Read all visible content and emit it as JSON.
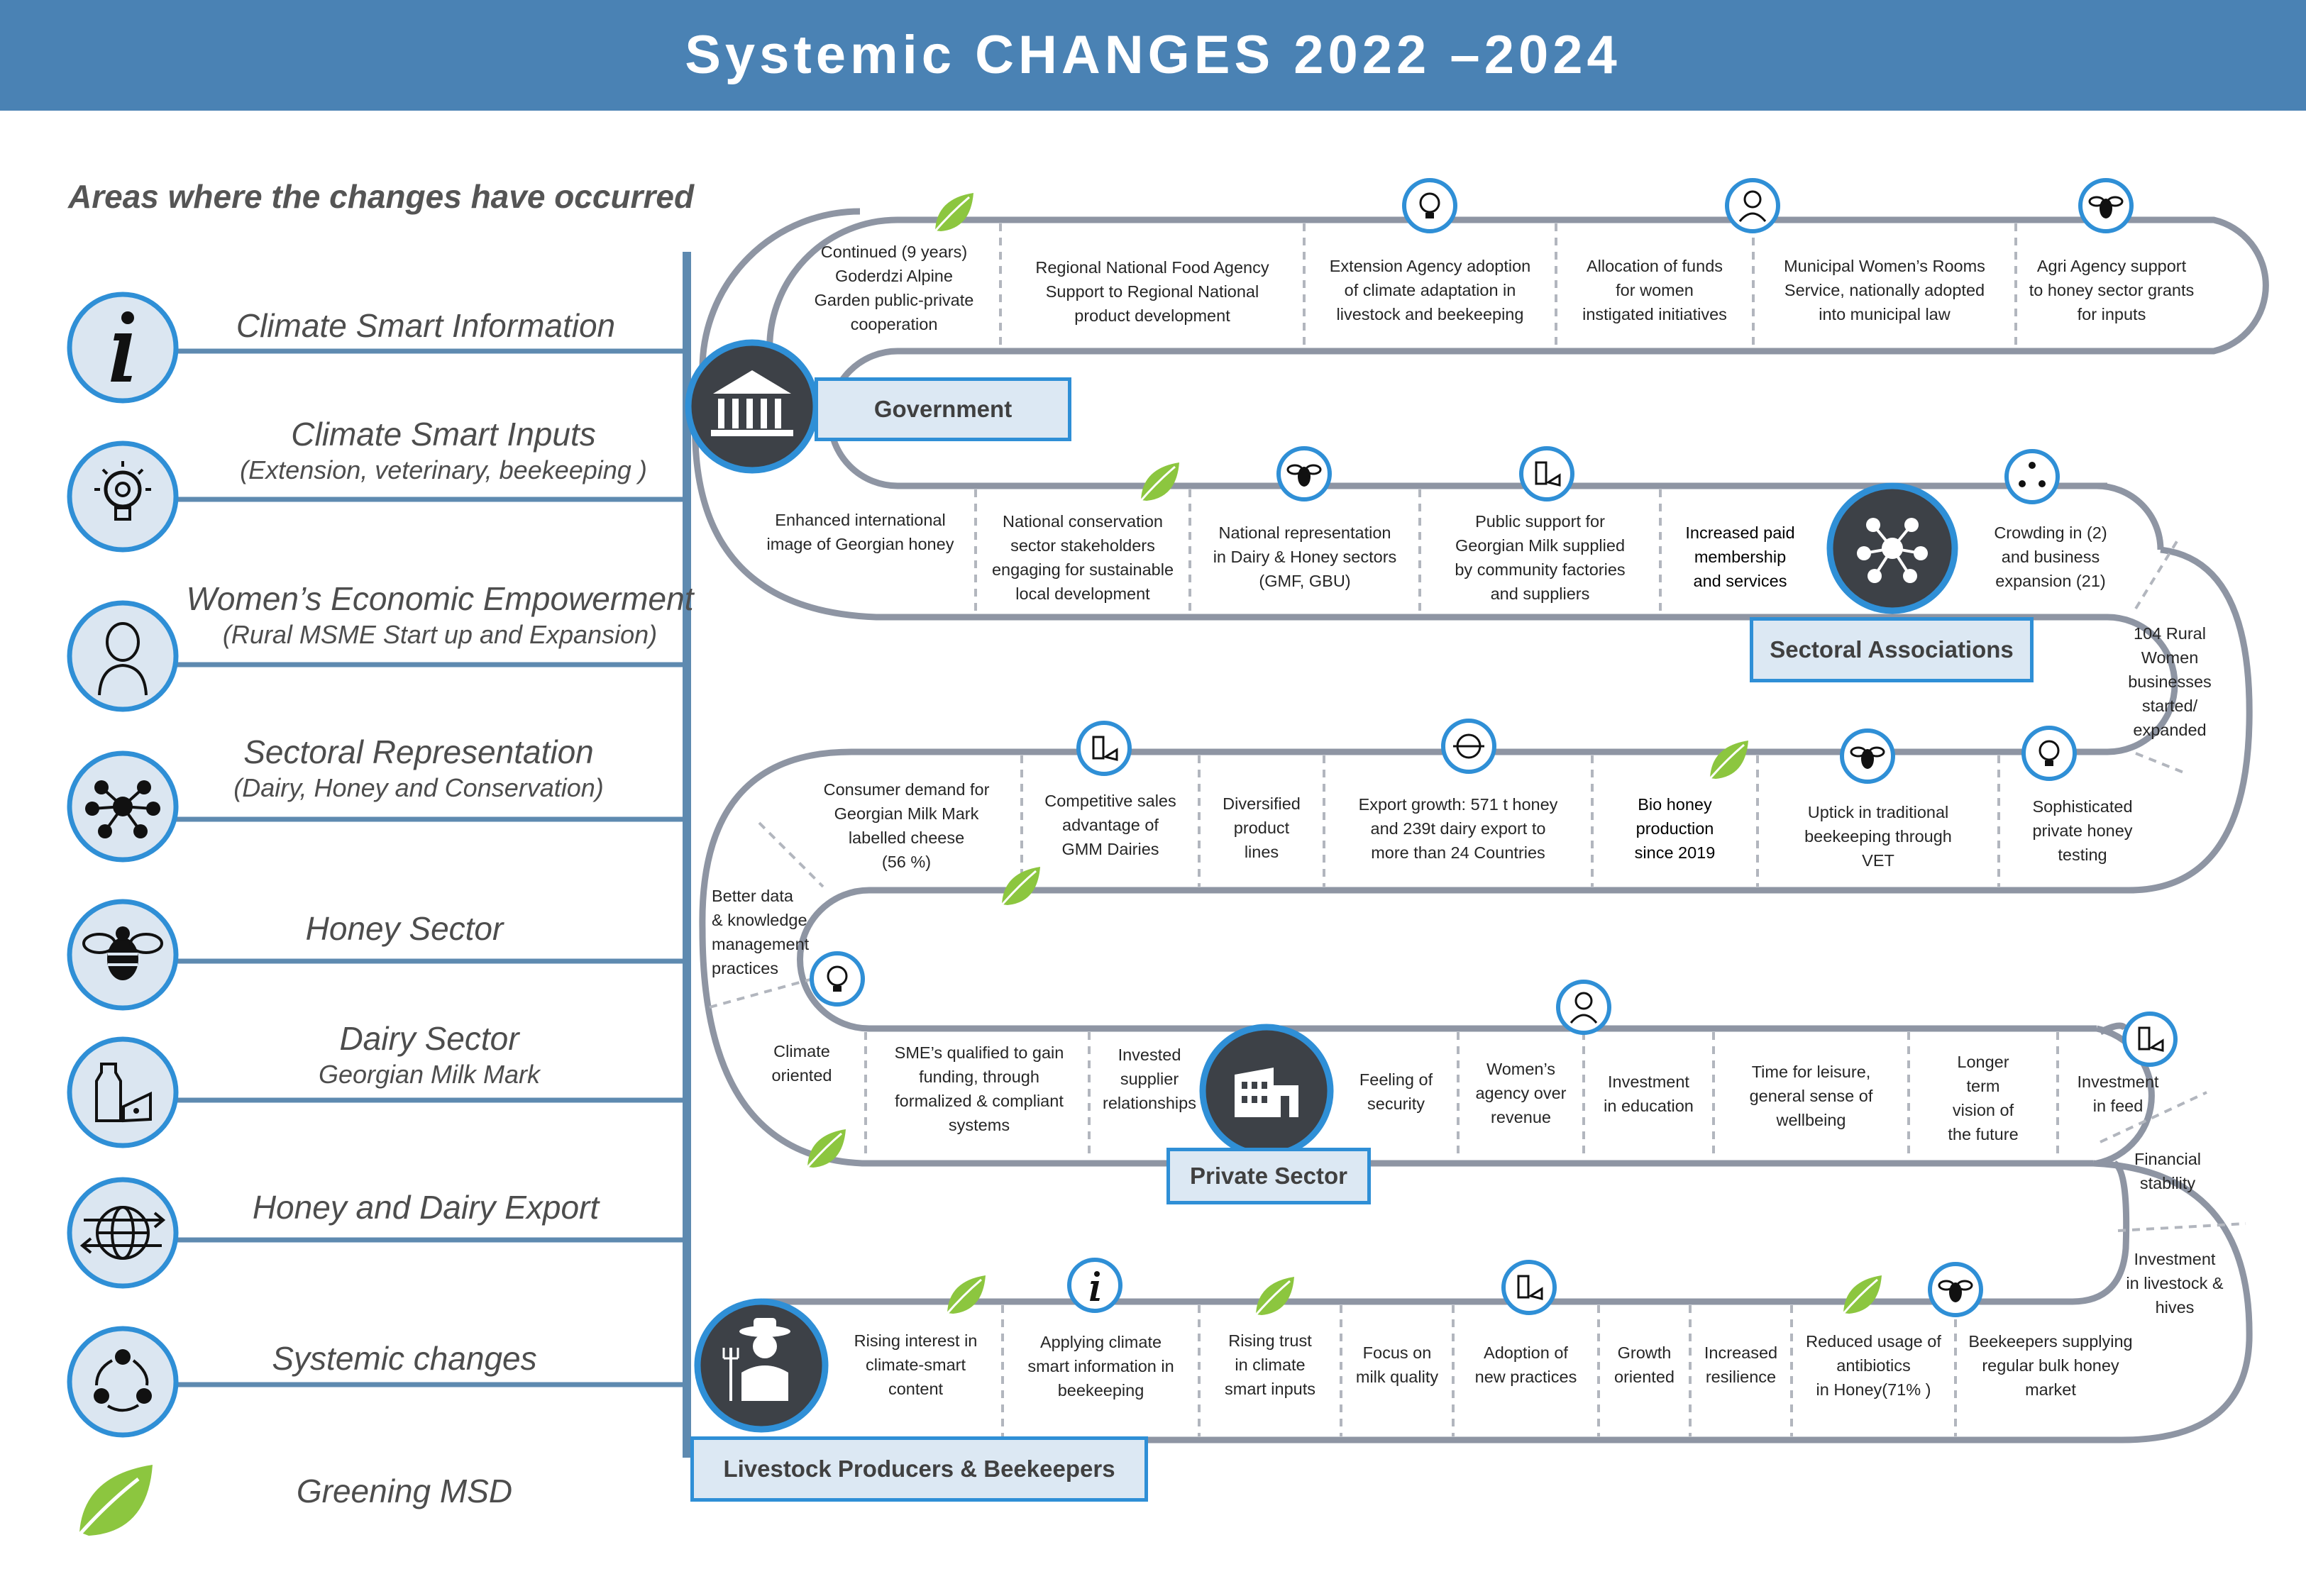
{
  "title": "Systemic CHANGES 2022 –2024",
  "areas_heading": "Areas where the changes have occurred",
  "legend": [
    {
      "icon": "info-icon",
      "lines": [
        "Climate Smart Information"
      ]
    },
    {
      "icon": "lightbulb-gear-icon",
      "lines": [
        "Climate Smart Inputs",
        "(Extension, veterinary, beekeeping )"
      ]
    },
    {
      "icon": "woman-icon",
      "lines": [
        "Women’s Economic Empowerment",
        "(Rural MSME Start up and Expansion)"
      ]
    },
    {
      "icon": "network-icon",
      "lines": [
        "Sectoral Representation",
        "(Dairy, Honey and Conservation)"
      ]
    },
    {
      "icon": "bee-icon",
      "lines": [
        "Honey Sector"
      ]
    },
    {
      "icon": "milk-cheese-icon",
      "lines": [
        "Dairy Sector",
        "Georgian Milk Mark"
      ]
    },
    {
      "icon": "globe-export-icon",
      "lines": [
        "Honey and Dairy Export"
      ]
    },
    {
      "icon": "cycle-icon",
      "lines": [
        "Systemic changes"
      ]
    },
    {
      "icon": "leaf-icon",
      "lines": [
        "Greening MSD"
      ]
    }
  ],
  "sections": {
    "government": "Government",
    "sectoral": "Sectoral Associations",
    "private": "Private Sector",
    "livestock": "Livestock Producers  & Beekeepers"
  },
  "row1": [
    [
      "Continued (9 years)",
      "Goderdzi Alpine",
      "Garden public-private",
      "cooperation"
    ],
    [
      "Regional National Food Agency",
      "Support to Regional National",
      "product development"
    ],
    [
      "Extension Agency adoption",
      "of climate adaptation in",
      "livestock and beekeeping"
    ],
    [
      "Allocation of funds",
      "for women",
      "instigated initiatives"
    ],
    [
      "Municipal Women’s Rooms",
      "Service,  nationally adopted",
      "into municipal law"
    ],
    [
      "Agri Agency support",
      "to honey sector grants",
      "for inputs"
    ]
  ],
  "row2": [
    [
      "Enhanced international",
      "image of Georgian honey"
    ],
    [
      "National conservation",
      "sector stakeholders",
      "engaging for sustainable",
      "local development"
    ],
    [
      "National representation",
      "in Dairy & Honey sectors",
      "(GMF, GBU)"
    ],
    [
      "Public support for",
      "Georgian Milk  supplied",
      "by community factories",
      "and suppliers"
    ],
    [
      "Increased paid",
      "membership",
      "and services"
    ],
    [
      "Crowding in (2)",
      "and business",
      "expansion (21)"
    ]
  ],
  "curve1": [
    "104 Rural",
    "Women",
    "businesses",
    "started/",
    "expanded"
  ],
  "row3": [
    [
      "Consumer demand for",
      "Georgian Milk Mark",
      "labelled cheese",
      "(56 %)"
    ],
    [
      "Competitive sales",
      "advantage  of",
      "GMM Dairies"
    ],
    [
      "Diversified",
      "product",
      "lines"
    ],
    [
      "Export growth: 571 t  honey",
      "and 239t dairy export to",
      "more than 24 Countries"
    ],
    [
      "Bio honey",
      "production",
      "since 2019"
    ],
    [
      "Uptick in traditional",
      "beekeeping  through",
      "VET"
    ],
    [
      "Sophisticated",
      "private honey",
      "testing"
    ]
  ],
  "curve2": [
    [
      "Better data",
      "& knowledge",
      "management",
      "practices"
    ],
    [
      "Climate",
      "oriented"
    ]
  ],
  "row4": [
    [
      "SME’s qualified to gain",
      "funding, through",
      "formalized & compliant",
      "systems"
    ],
    [
      "Invested",
      "supplier",
      "relationships"
    ],
    [
      "Feeling of",
      "security"
    ],
    [
      "Women’s",
      "agency over",
      "revenue"
    ],
    [
      "Investment",
      "in  education"
    ],
    [
      "Time for leisure,",
      "general sense of",
      "wellbeing"
    ],
    [
      "Longer",
      "term",
      "vision of",
      "the future"
    ],
    [
      "Investment",
      "in feed"
    ]
  ],
  "curve3": [
    [
      "Financial",
      "stability"
    ],
    [
      "Investment",
      "in livestock &",
      "hives"
    ]
  ],
  "row5": [
    [
      "Rising interest in",
      "climate-smart",
      "content"
    ],
    [
      "Applying climate",
      "smart information in",
      "beekeeping"
    ],
    [
      "Rising trust",
      "in climate",
      "smart inputs"
    ],
    [
      "Focus on",
      "milk quality"
    ],
    [
      "Adoption of",
      "new practices"
    ],
    [
      "Growth",
      "oriented"
    ],
    [
      "Increased",
      "resilience"
    ],
    [
      "Reduced usage of",
      "antibiotics",
      "in Honey(71% )"
    ],
    [
      "Beekeepers supplying",
      "regular bulk honey",
      "market"
    ]
  ],
  "colors": {
    "banner": "#4a82b4",
    "track": "#8e95a3",
    "accent": "#2f8fd6",
    "label_fill": "#dce8f3",
    "dark_circle": "#3d4147",
    "leaf": "#8cc63f",
    "legend_circle": "#dbe6f1"
  }
}
